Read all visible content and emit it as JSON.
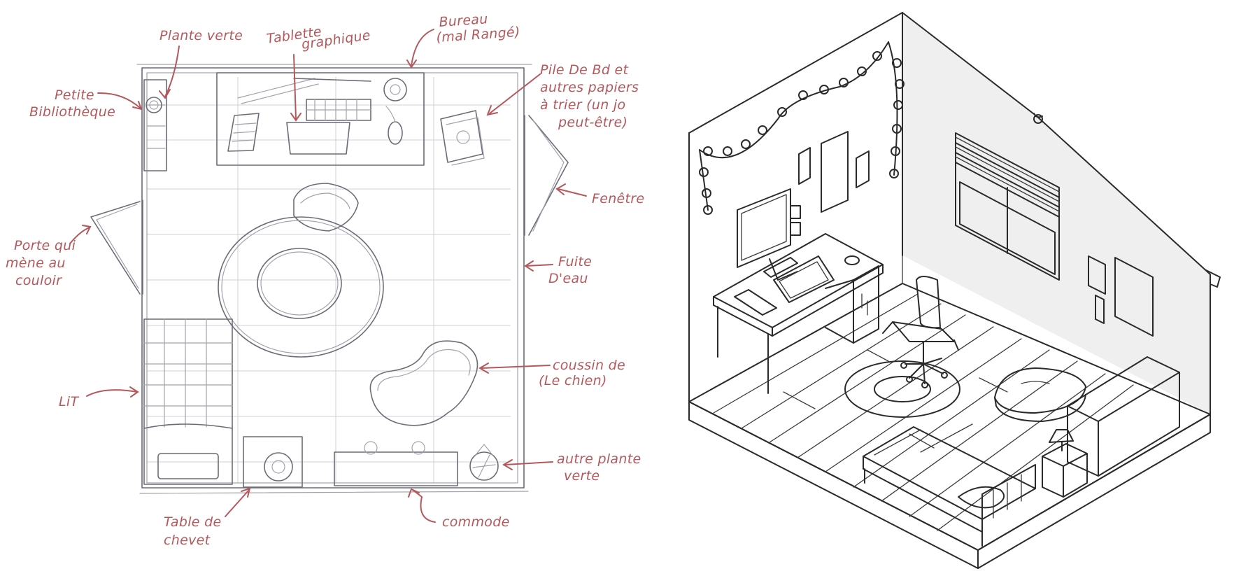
{
  "floor_plan": {
    "labels": [
      {
        "id": "plante-verte",
        "lines": [
          "Plante verte"
        ]
      },
      {
        "id": "tablette",
        "lines": [
          "Tablette",
          "graphique"
        ]
      },
      {
        "id": "bureau",
        "lines": [
          "Bureau",
          "(mal Rangé)"
        ]
      },
      {
        "id": "bibliotheque",
        "lines": [
          "Petite",
          "Bibliothèque"
        ]
      },
      {
        "id": "pile",
        "lines": [
          "Pile De Bd et",
          "autres papiers",
          "à trier (un jo",
          "peut-être)"
        ]
      },
      {
        "id": "fenetre",
        "lines": [
          "Fenêtre"
        ]
      },
      {
        "id": "porte",
        "lines": [
          "Porte qui",
          "mène au",
          "couloir"
        ]
      },
      {
        "id": "fuite",
        "lines": [
          "Fuite",
          "D'eau"
        ]
      },
      {
        "id": "coussin",
        "lines": [
          "coussin de",
          "(Le chien)"
        ]
      },
      {
        "id": "lit",
        "lines": [
          "LiT"
        ]
      },
      {
        "id": "plante2",
        "lines": [
          "autre plante",
          "verte"
        ]
      },
      {
        "id": "chevet",
        "lines": [
          "Table de",
          "chevet"
        ]
      },
      {
        "id": "commode",
        "lines": [
          "commode"
        ]
      }
    ]
  },
  "colors": {
    "annotation": "#b5585c",
    "pencil": "#6c6c78",
    "ink": "#2a2a2a",
    "wall_shade": "#efefef",
    "floor_side": "#e4e4e4"
  },
  "icons": {
    "plan": "floor-plan-sketch",
    "isometric": "isometric-room-illustration"
  }
}
